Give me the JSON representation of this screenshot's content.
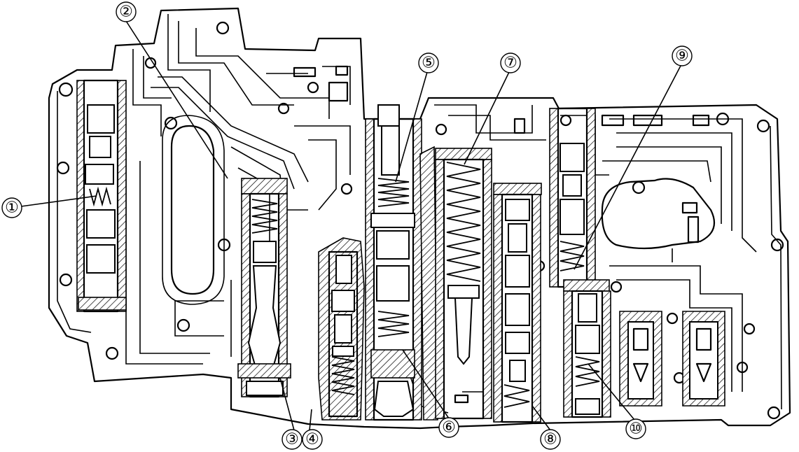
{
  "callouts": [
    {
      "id": "callout-1",
      "label": "①"
    },
    {
      "id": "callout-2",
      "label": "②"
    },
    {
      "id": "callout-3",
      "label": "③"
    },
    {
      "id": "callout-4",
      "label": "④"
    },
    {
      "id": "callout-5",
      "label": "⑤"
    },
    {
      "id": "callout-6",
      "label": "⑥"
    },
    {
      "id": "callout-7",
      "label": "⑦"
    },
    {
      "id": "callout-8",
      "label": "⑧"
    },
    {
      "id": "callout-9",
      "label": "⑨"
    },
    {
      "id": "callout-10",
      "label": "⑩"
    }
  ],
  "colors": {
    "line": "#000000",
    "background": "#ffffff"
  }
}
